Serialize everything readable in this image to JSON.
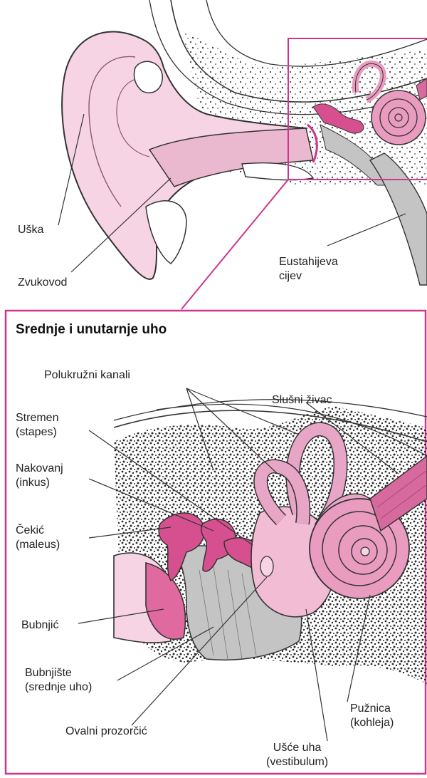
{
  "colors": {
    "accent_frame": "#d0348f",
    "tissue_pink": "#f7d4e4",
    "ossicle_pink": "#d6508f",
    "inner_ear_pink": "#ea9cc0",
    "nerve_pink": "#d66a9e",
    "bone_gray": "#c4c4c4",
    "line_dark": "#333333",
    "text_dark": "#222222"
  },
  "outer": {
    "auricle": "Uška",
    "ear_canal": "Zvukovod",
    "eustachian_line1": "Eustahijeva",
    "eustachian_line2": "cijev"
  },
  "inset": {
    "title": "Srednje i unutarnje uho",
    "labels": {
      "semicircular": "Polukružni kanali",
      "auditory_nerve": "Slušni živac",
      "stapes_line1": "Stremen",
      "stapes_line2": "(stapes)",
      "incus_line1": "Nakovanj",
      "incus_line2": "(inkus)",
      "malleus_line1": "Čekić",
      "malleus_line2": "(maleus)",
      "eardrum": "Bubnjić",
      "tympanic_line1": "Bubnjište",
      "tympanic_line2": "(srednje uho)",
      "oval_window": "Ovalni prozorčić",
      "cochlea_line1": "Pužnica",
      "cochlea_line2": "(kohleja)",
      "vestibule_line1": "Ušće uha",
      "vestibule_line2": "(vestibulum)"
    }
  }
}
